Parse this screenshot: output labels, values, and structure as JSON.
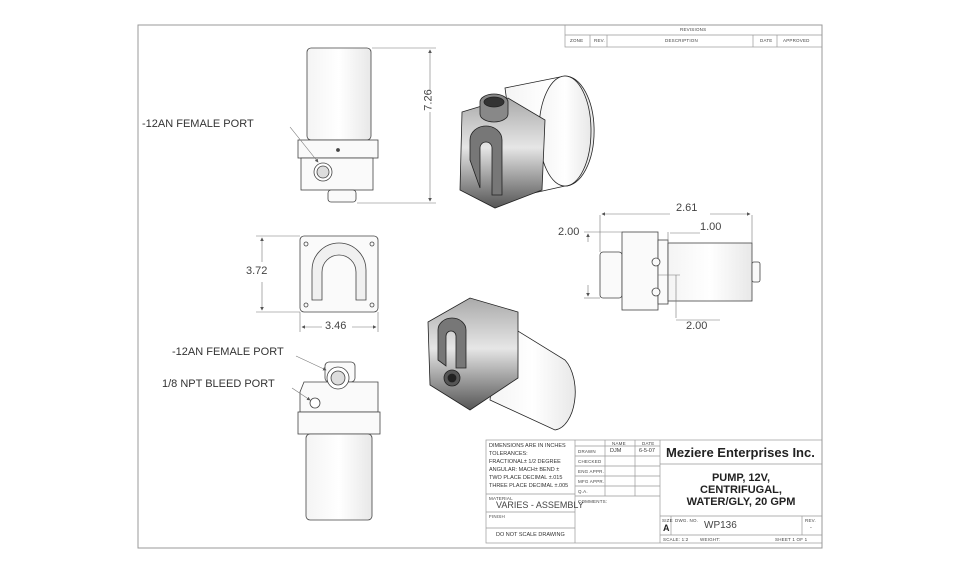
{
  "revision_block": {
    "title": "REVISIONS",
    "columns": [
      "ZONE",
      "REV.",
      "DESCRIPTION",
      "DATE",
      "APPROVED"
    ]
  },
  "callouts": {
    "top_port": "-12AN FEMALE PORT",
    "bottom_port": "-12AN FEMALE PORT",
    "bleed_port": "1/8 NPT BLEED PORT"
  },
  "dimensions": {
    "height": "7.26",
    "width_v": "3.72",
    "width_h": "3.46",
    "side_len": "2.61",
    "side_offset": "1.00",
    "side_height": "2.00",
    "side_bottom": "2.00"
  },
  "title_block": {
    "tolerance_lines": [
      "DIMENSIONS ARE IN INCHES",
      "TOLERANCES:",
      "FRACTIONAL± 1/2 DEGREE",
      "ANGULAR: MACH±   BEND ±",
      "TWO PLACE DECIMAL   ±.015",
      "THREE PLACE DECIMAL  ±.005"
    ],
    "material_label": "MATERIAL",
    "material": "VARIES - ASSEMBLY",
    "finish_label": "FINISH",
    "no_scale": "DO NOT SCALE DRAWING",
    "name_header": "NAME",
    "date_header": "DATE",
    "rows": [
      {
        "label": "DRAWN",
        "name": "DJM",
        "date": "6-5-07"
      },
      {
        "label": "CHECKED",
        "name": "",
        "date": ""
      },
      {
        "label": "ENG APPR.",
        "name": "",
        "date": ""
      },
      {
        "label": "MFG APPR.",
        "name": "",
        "date": ""
      },
      {
        "label": "Q.A.",
        "name": "",
        "date": ""
      }
    ],
    "comments_label": "COMMENTS:",
    "company": "Meziere Enterprises Inc.",
    "title_lines": [
      "PUMP, 12V,",
      "CENTRIFUGAL,",
      "WATER/GLY, 20 GPM"
    ],
    "size_label": "SIZE",
    "size": "A",
    "dwg_label": "DWG. NO.",
    "dwg_no": "WP136",
    "rev_label": "REV.",
    "rev": "-",
    "scale_label": "SCALE: 1:2",
    "weight_label": "WEIGHT:",
    "sheet_label": "SHEET 1 OF 1"
  }
}
